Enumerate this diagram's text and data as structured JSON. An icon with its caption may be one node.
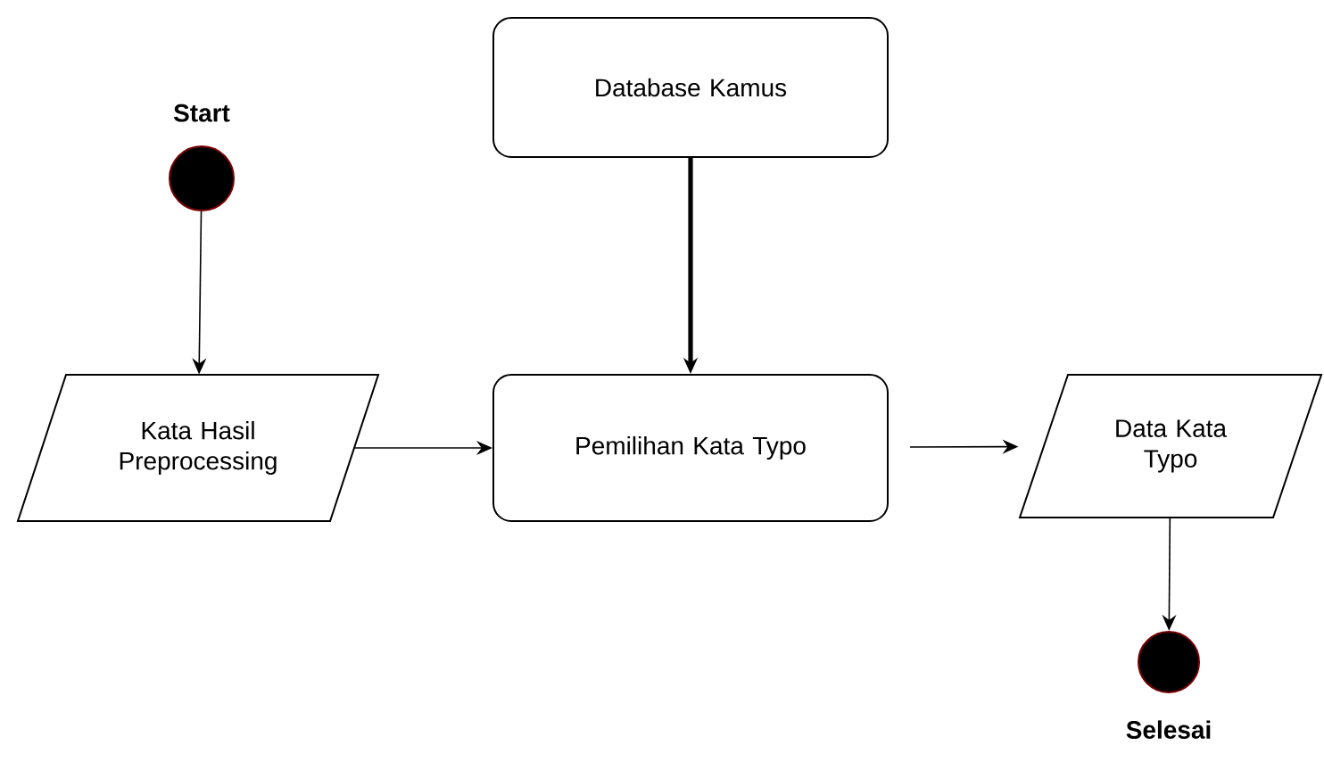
{
  "diagram": {
    "nodes": [
      {
        "text": [
          "Start"
        ]
      },
      {
        "text": [
          "Kata Hasil Preprocessing"
        ]
      },
      {
        "text": [
          "Database Kamus"
        ]
      },
      {
        "text": [
          "Pemilihan Kata Typo"
        ]
      },
      {
        "text": [
          "Data Kata Typo"
        ]
      },
      {
        "text": [
          "Selesai"
        ]
      }
    ],
    "edges": [
      {
        "from": 0,
        "to": 1,
        "arrow": "to"
      },
      {
        "from": 1,
        "to": 3,
        "arrow": "to"
      },
      {
        "from": 2,
        "to": 3,
        "arrow": "to",
        "style": "thick"
      },
      {
        "from": 3,
        "to": 4,
        "arrow": "to"
      },
      {
        "from": 4,
        "to": 5,
        "arrow": "to"
      }
    ]
  }
}
